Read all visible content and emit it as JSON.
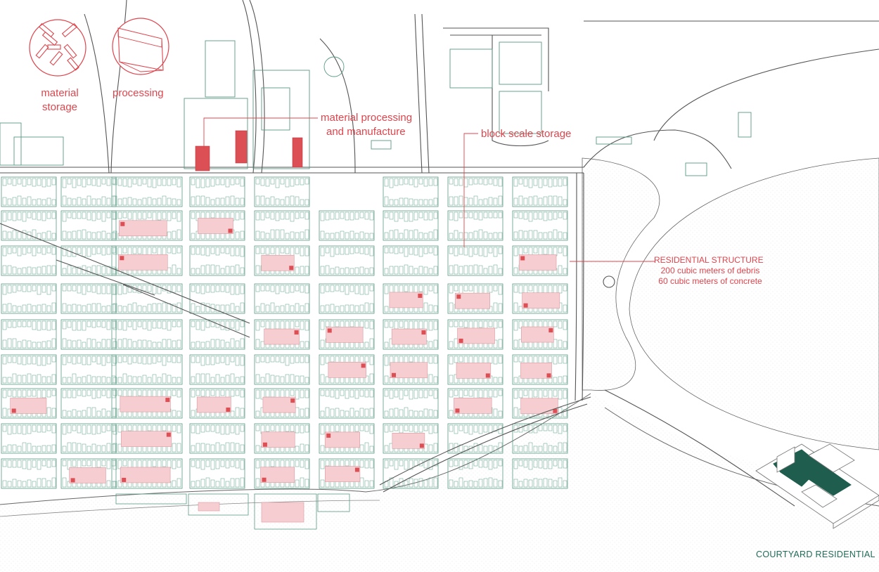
{
  "labels": {
    "material_storage": [
      "material",
      "storage"
    ],
    "processing": "processing",
    "material_processing": [
      "material processing",
      "and manufacture"
    ],
    "block_scale_storage": "block scale storage",
    "residential_structure": {
      "title": "RESIDENTIAL STRUCTURE",
      "line1": "200 cubic meters of debris",
      "line2": "60 cubic meters of concrete"
    },
    "courtyard_residential": "COURTYARD RESIDENTIAL"
  },
  "colors": {
    "accent_red": "#e0454d",
    "infill_pink": "#f6cdd0",
    "processing_red": "#dc4f55",
    "building_green": "#5a9a86",
    "street_line": "#555555",
    "courtyard_green": "#1f5e4f"
  },
  "icons": [
    "material-storage-circle-icon",
    "processing-circle-icon",
    "courtyard-axonometric-icon"
  ]
}
